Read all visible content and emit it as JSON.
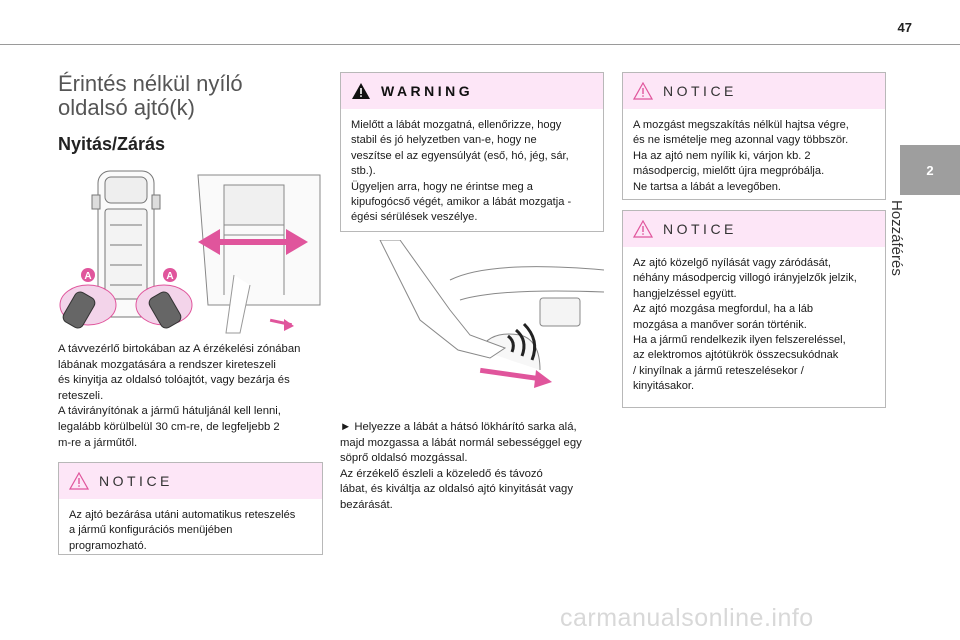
{
  "page": {
    "number": "47",
    "chapter_number": "2",
    "chapter_title": "Hozzáférés",
    "watermark": "carmanualsonline.info"
  },
  "column1": {
    "title_line1": "Érintés nélkül nyíló",
    "title_line2": "oldalsó ajtó(k)",
    "subtitle": "Nyitás/Zárás",
    "figure_labels": [
      "A",
      "A"
    ],
    "paragraph_lines": [
      "A távvezérlő birtokában az A érzékelési zónában",
      "lábának mozgatására a rendszer kireteszeli",
      "és kinyitja az oldalsó tolóajtót, vagy bezárja és",
      "reteszeli.",
      "A távirányítónak a jármű hátuljánál kell lenni,",
      "legalább körülbelül 30 cm-re, de legfeljebb 2",
      "m-re a járműtől."
    ],
    "notice": {
      "title": "NOTICE",
      "lines": [
        "Az ajtó bezárása utáni automatikus reteszelés",
        "a jármű konfigurációs menüjében",
        "programozható."
      ]
    }
  },
  "column2": {
    "warning": {
      "title": "WARNING",
      "lines": [
        "Mielőtt a lábát mozgatná, ellenőrizze, hogy",
        "stabil és jó helyzetben van-e, hogy ne",
        "veszítse el az egyensúlyát (eső, hó, jég, sár,",
        "stb.).",
        "Ügyeljen arra, hogy ne érintse meg a",
        "kipufogócső végét, amikor a lábát mozgatja -",
        "égési sérülések veszélye."
      ]
    },
    "paragraph_lines": [
      "►  Helyezze a lábát a hátsó lökhárító sarka alá,",
      "majd mozgassa a lábát normál sebességgel egy",
      "söprő oldalsó mozgással.",
      "Az érzékelő észleli a közeledő és távozó",
      "lábat, és kiváltja az oldalsó ajtó kinyitását vagy",
      "bezárását."
    ]
  },
  "column3": {
    "notice1": {
      "title": "NOTICE",
      "lines": [
        "A mozgást megszakítás nélkül hajtsa végre,",
        "és ne ismételje meg azonnal vagy többször.",
        "Ha az ajtó nem nyílik ki, várjon kb. 2",
        "másodpercig, mielőtt újra megpróbálja.",
        "Ne tartsa a lábát a levegőben."
      ]
    },
    "notice2": {
      "title": "NOTICE",
      "lines": [
        "Az ajtó közelgő nyílását vagy záródását,",
        "néhány másodpercig villogó irányjelzők jelzik,",
        "hangjelzéssel együtt.",
        "Az ajtó mozgása megfordul, ha a láb",
        "mozgása a manőver során történik.",
        "Ha a jármű rendelkezik ilyen felszereléssel,",
        "az elektromos ajtótükrök összecsukódnak",
        "/ kinyílnak a jármű reteszelésekor /",
        "kinyitásakor."
      ]
    }
  },
  "colors": {
    "box_header": "#fde6f7",
    "accent_pink": "#e0559c",
    "tab_gray": "#9e9e9e",
    "border_gray": "#b8b8b8"
  }
}
